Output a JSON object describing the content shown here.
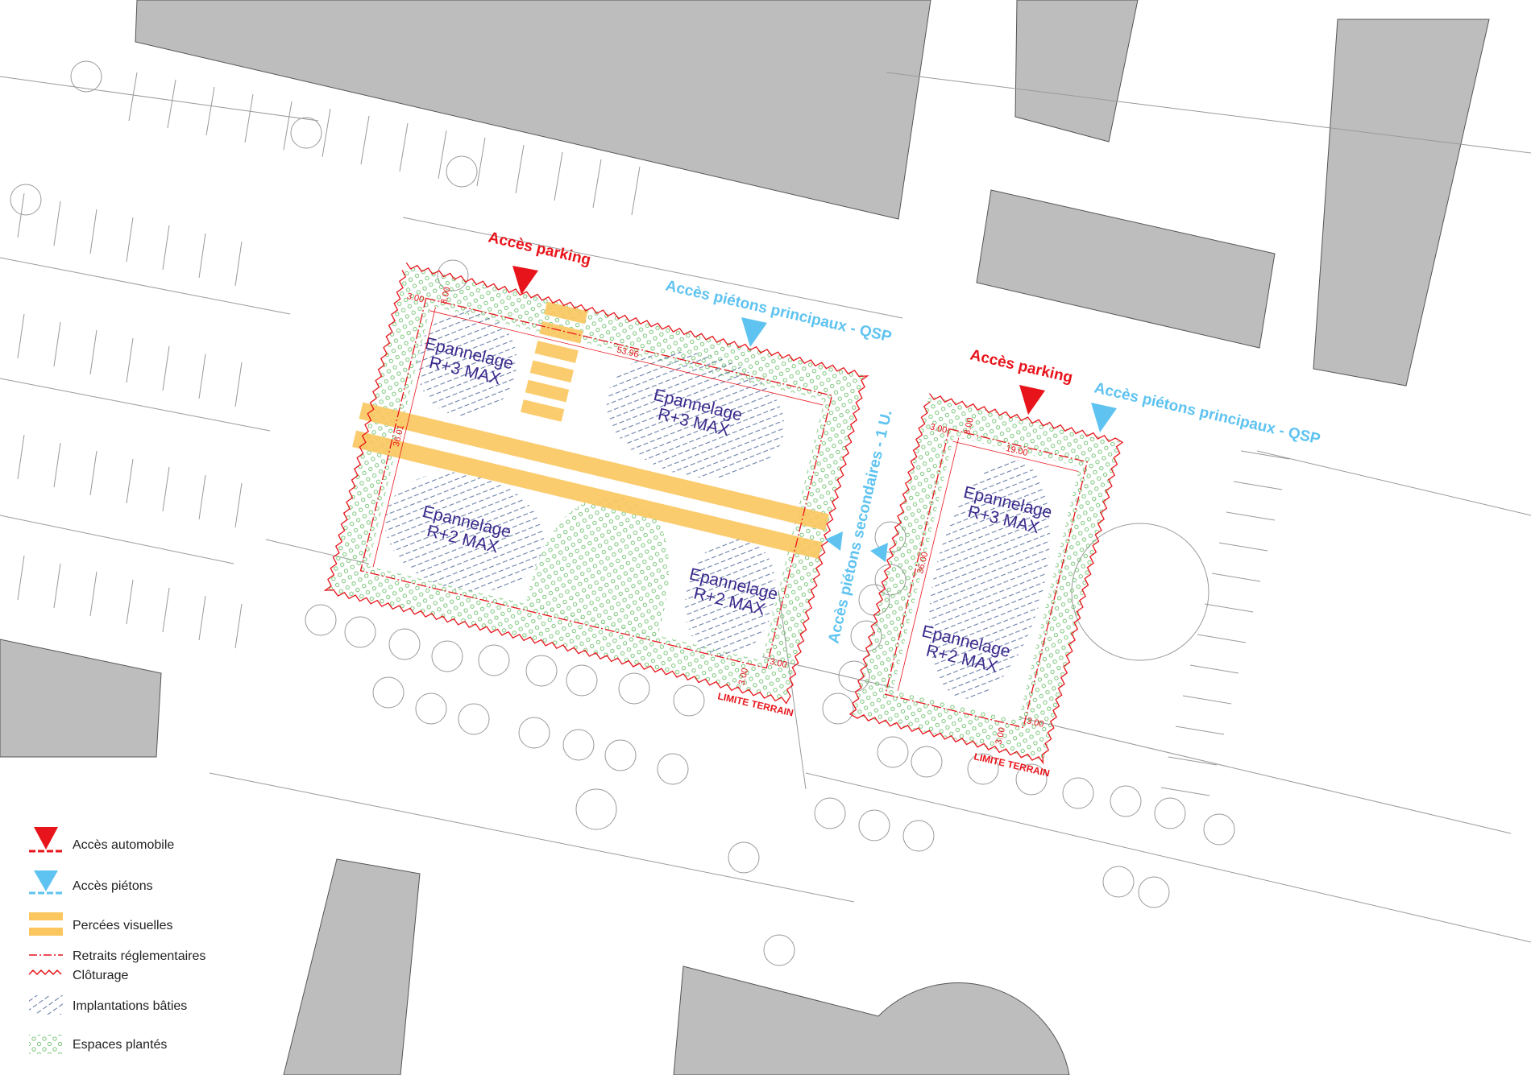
{
  "colors": {
    "red": "#e8141b",
    "blue": "#5ec3f0",
    "yellow": "#fbc65e",
    "green": "#6cc06c",
    "hatch": "#6a7fa8",
    "building": "#bdbdbd",
    "text_purple": "#3b2a8c"
  },
  "lot_left": {
    "access_parking": "Accès parking",
    "access_pedestrian": "Accès piétons principaux - QSP",
    "limit": "LIMITE TERRAIN",
    "dimensions": {
      "width": "53.96",
      "height": "36.01",
      "setback_top": "3.00",
      "setback_left": "3.00",
      "setback_right": "3.00",
      "setback_bottom": "3.00"
    },
    "zones": [
      {
        "title": "Epannelage",
        "height": "R+3 MAX"
      },
      {
        "title": "Epannelage",
        "height": "R+3 MAX"
      },
      {
        "title": "Epannelage",
        "height": "R+2 MAX"
      },
      {
        "title": "Epannelage",
        "height": "R+2 MAX"
      }
    ]
  },
  "lot_right": {
    "access_parking": "Accès parking",
    "access_pedestrian": "Accès piétons principaux - QSP",
    "secondary_access": "Accès piétons secondaires - 1 U.",
    "limit": "LIMITE TERRAIN",
    "dimensions": {
      "width": "19.00",
      "height": "36.00",
      "setback_top": "3.00",
      "setback_left": "3.00",
      "setback_right": "3.00",
      "setback_bottom": "3.00"
    },
    "zones": [
      {
        "title": "Epannelage",
        "height": "R+3 MAX"
      },
      {
        "title": "Epannelage",
        "height": "R+2 MAX"
      }
    ]
  },
  "legend": [
    {
      "icon": "red-triangle-icon",
      "label": "Accès automobile"
    },
    {
      "icon": "blue-triangle-icon",
      "label": "Accès piétons"
    },
    {
      "icon": "yellow-bands-icon",
      "label": "Percées visuelles"
    },
    {
      "icon": "dash-dot-line-icon",
      "label": "Retraits réglementaires"
    },
    {
      "icon": "zigzag-line-icon",
      "label": "Clôturage"
    },
    {
      "icon": "hatch-icon",
      "label": "Implantations bâties"
    },
    {
      "icon": "dots-icon",
      "label": "Espaces plantés"
    }
  ]
}
